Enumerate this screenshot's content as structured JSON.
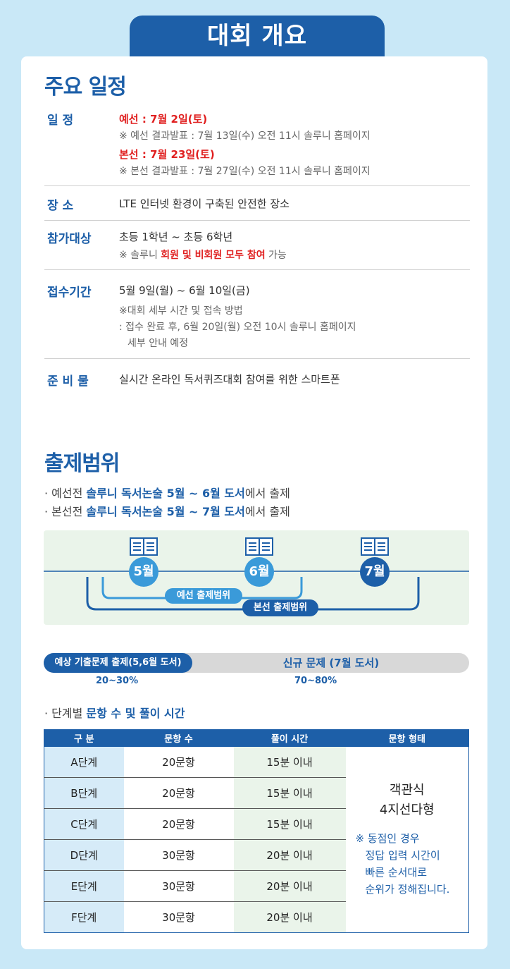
{
  "header": {
    "title": "대회 개요"
  },
  "schedule": {
    "title": "주요 일정",
    "date": {
      "label": "일 정",
      "prelim": "예선 : 7월 2일(토)",
      "prelim_note": "※ 예선 결과발표 : 7월 13일(수) 오전 11시 솔루니 홈페이지",
      "final": "본선 : 7월 23일(토)",
      "final_note": "※ 본선 결과발표 : 7월 27일(수) 오전 11시 솔루니 홈페이지"
    },
    "place": {
      "label": "장 소",
      "text": "LTE 인터넷 환경이 구축된 안전한 장소"
    },
    "target": {
      "label": "참가대상",
      "text": "초등 1학년 ~ 초등 6학년",
      "note_pre": "※ 솔루니 ",
      "note_em": "회원 및 비회원 모두 참여",
      "note_post": " 가능"
    },
    "period": {
      "label": "접수기간",
      "text": "5월 9일(월) ~ 6월 10일(금)",
      "note1": "※대회 세부 시간 및 접속 방법",
      "note2": ": 접수 완료 후, 6월 20일(월) 오전 10시 솔루니 홈페이지",
      "note3": "세부 안내 예정"
    },
    "prep": {
      "label": "준 비 물",
      "text": "실시간 온라인 독서퀴즈대회 참여를 위한 스마트폰"
    }
  },
  "scope": {
    "title": "출제범위",
    "line1_pre": "· 예선전 ",
    "line1_em": "솔루니 독서논술 5월 ~ 6월 도서",
    "line1_post": "에서 출제",
    "line2_pre": "· 본선전 ",
    "line2_em": "솔루니 독서논술 5월 ~ 7월 도서",
    "line2_post": "에서 출제",
    "months": [
      "5월",
      "6월",
      "7월"
    ],
    "prelim_range": "예선 출제범위",
    "final_range": "본선 출제범위"
  },
  "ratio": {
    "left_label": "예상 기출문제 출제(5,6월 도서)",
    "right_label": "신규 문제 (7월 도서)",
    "left_pct": "20~30%",
    "right_pct": "70~80%"
  },
  "levels": {
    "intro_pre": "· 단계별 ",
    "intro_em": "문항 수 및 풀이 시간",
    "headers": [
      "구 분",
      "문항 수",
      "풀이 시간",
      "문항 형태"
    ],
    "rows": [
      {
        "level": "A단계",
        "count": "20문항",
        "time": "15분 이내"
      },
      {
        "level": "B단계",
        "count": "20문항",
        "time": "15분 이내"
      },
      {
        "level": "C단계",
        "count": "20문항",
        "time": "15분 이내"
      },
      {
        "level": "D단계",
        "count": "30문항",
        "time": "20분 이내"
      },
      {
        "level": "E단계",
        "count": "30문항",
        "time": "20분 이내"
      },
      {
        "level": "F단계",
        "count": "30문항",
        "time": "20분 이내"
      }
    ],
    "form1": "객관식",
    "form2": "4지선다형",
    "form_note": [
      "※ 동점인 경우",
      "정답 입력 시간이",
      "빠른 순서대로",
      "순위가 정해집니다."
    ]
  },
  "colors": {
    "primary": "#1d5fa8",
    "accent_red": "#e02020",
    "background": "#c9e8f7"
  }
}
